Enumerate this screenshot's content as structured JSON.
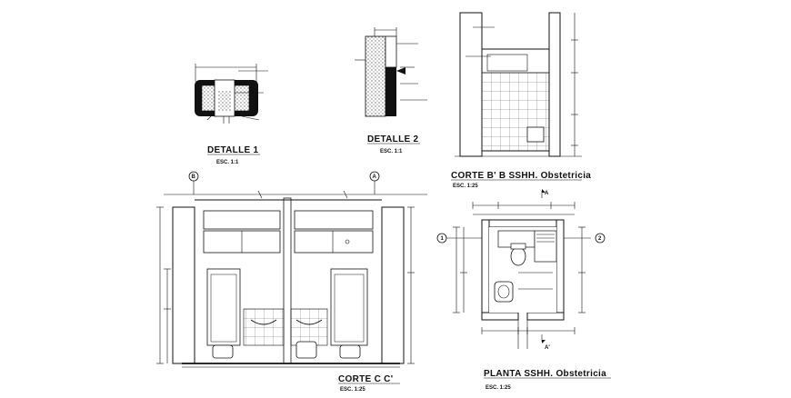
{
  "detalle1": {
    "title": "DETALLE 1",
    "scale": "ESC. 1:1"
  },
  "detalle2": {
    "title": "DETALLE 2",
    "scale": "ESC. 1:1"
  },
  "corte_bb": {
    "title": "CORTE B' B SSHH. Obstetricia",
    "scale": "ESC. 1:25"
  },
  "corte_cc": {
    "title": "CORTE C C'",
    "scale": "ESC. 1:25"
  },
  "planta": {
    "title": "PLANTA SSHH. Obstetricia",
    "scale": "ESC. 1:25"
  },
  "axes": {
    "left": "B",
    "right": "A",
    "plan_left": "1",
    "plan_right": "2",
    "cut_top": "A",
    "cut_bottom": "A'"
  }
}
